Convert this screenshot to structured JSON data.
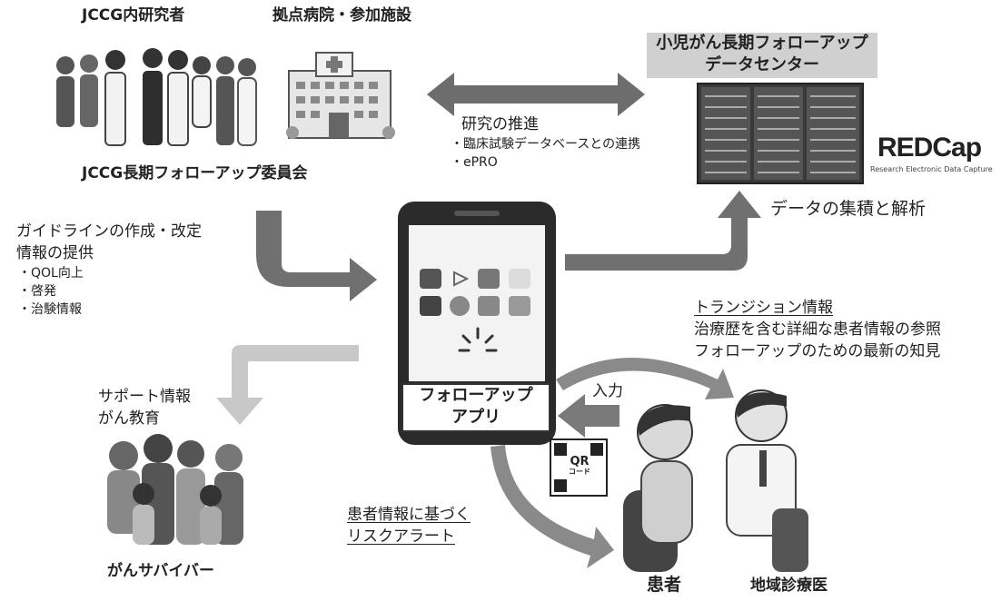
{
  "top": {
    "researchers": "JCCG内研究者",
    "hospitals": "拠点病院・参加施設",
    "committee": "JCCG長期フォローアップ委員会"
  },
  "datacenter": {
    "title_line1": "小児がん長期フォローアップ",
    "title_line2": "データセンター",
    "redcap_logo": "REDCap",
    "redcap_tagline": "Research Electronic Data Capture",
    "aggregation": "データの集積と解析"
  },
  "research": {
    "title": "研究の推進",
    "bullets": [
      "・臨床試験データベースとの連携",
      "・ePRO"
    ]
  },
  "guideline": {
    "line1": "ガイドラインの作成・改定",
    "line2": "情報の提供",
    "bullets": [
      "・QOL向上",
      "・啓発",
      "・治験情報"
    ]
  },
  "app": {
    "label_line1": "フォローアップ",
    "label_line2": "アプリ"
  },
  "transition": {
    "title": "トランジション情報",
    "line1": "治療歴を含む詳細な患者情報の参照",
    "line2": "フォローアップのための最新の知見"
  },
  "support": {
    "line1": "サポート情報",
    "line2": "がん教育"
  },
  "input_label": "入力",
  "qr": {
    "text_line1": "QR",
    "text_line2": "コード"
  },
  "risk_alert": {
    "line1": "患者情報に基づく",
    "line2": "リスクアラート"
  },
  "bottom": {
    "survivors": "がんサバイバー",
    "patient": "患者",
    "doctor": "地域診療医"
  },
  "colors": {
    "arrow_dark": "#7a7a7a",
    "arrow_light": "#c8c8c8",
    "label_bg": "#d0d0d0"
  }
}
